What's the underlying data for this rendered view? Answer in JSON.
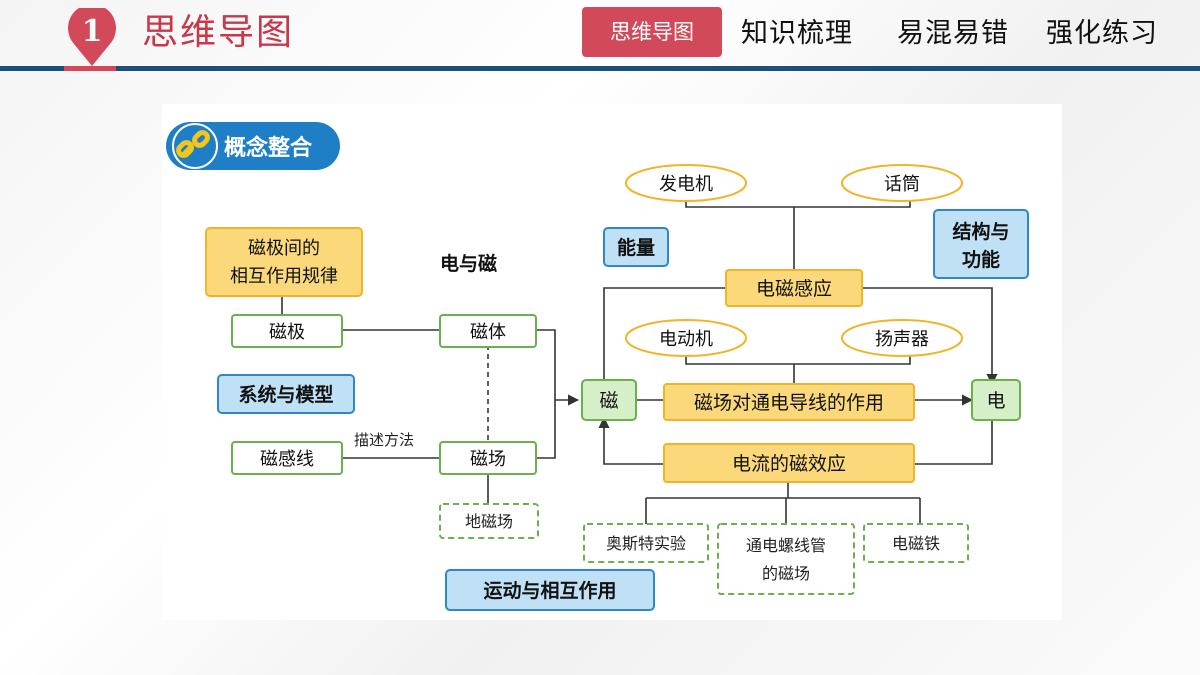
{
  "header": {
    "section_number": "1",
    "title": "思维导图",
    "nav_active": "思维导图",
    "nav_items": [
      "知识梳理",
      "易混易错",
      "强化练习"
    ]
  },
  "diagram": {
    "badge": "概念整合",
    "center_title": "电与磁",
    "nodes": {
      "magnetic_pole_law": [
        "磁极间的",
        "相互作用规律"
      ],
      "magnetic_pole": "磁极",
      "magnet": "磁体",
      "system_model": "系统与模型",
      "field_lines": "磁感线",
      "describe_method": "描述方法",
      "magnetic_field": "磁场",
      "earth_field": "地磁场",
      "magnetism": "磁",
      "energy": "能量",
      "generator": "发电机",
      "microphone": "话筒",
      "structure_function": [
        "结构与",
        "功能"
      ],
      "em_induction": "电磁感应",
      "motor": "电动机",
      "speaker": "扬声器",
      "force_on_wire": "磁场对通电导线的作用",
      "electricity": "电",
      "current_magnetic": "电流的磁效应",
      "oersted": "奥斯特实验",
      "solenoid_field": [
        "通电螺线管",
        "的磁场"
      ],
      "electromagnet": "电磁铁",
      "motion_interaction": "运动与相互作用"
    }
  },
  "colors": {
    "accent_red": "#d24a5a",
    "header_blue": "#1e4e7a",
    "yellow_box": "#fbd97a",
    "yellow_border": "#f0b429",
    "green_border": "#6ab04c",
    "blue_box": "#bfe0f5",
    "blue_border": "#2f86c8"
  }
}
